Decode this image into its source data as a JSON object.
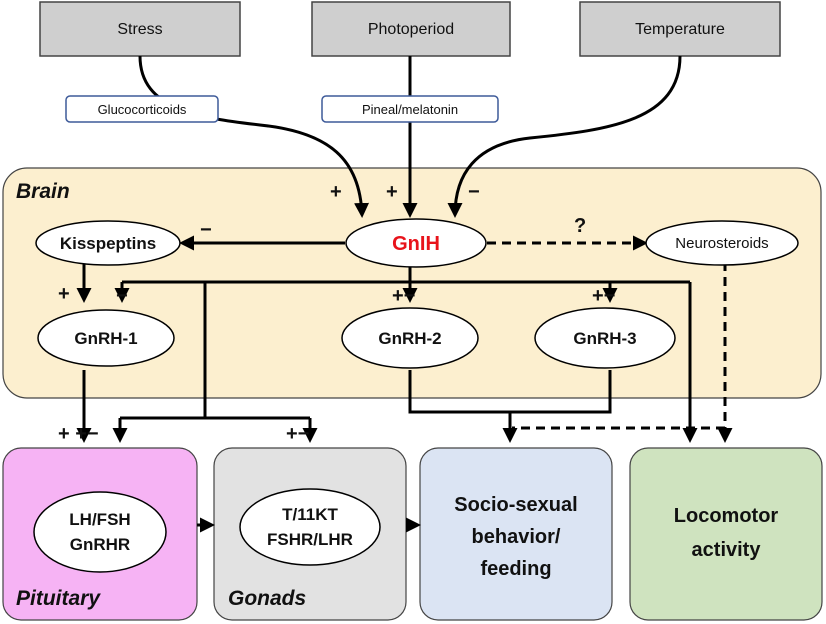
{
  "inputs": {
    "stress": "Stress",
    "photoperiod": "Photoperiod",
    "temperature": "Temperature"
  },
  "mediators": {
    "glucocorticoids": "Glucocorticoids",
    "pineal": "Pineal/melatonin"
  },
  "brain": {
    "label": "Brain",
    "gnih": "GnIH",
    "gnih_color": "#e8131b",
    "kisspeptins": "Kisspeptins",
    "neurosteroids": "Neurosteroids",
    "gnrh1": "GnRH-1",
    "gnrh2": "GnRH-2",
    "gnrh3": "GnRH-3",
    "fill": "#fcefcf"
  },
  "signs": {
    "plus": "+",
    "minus": "−",
    "plus_minus": "+−",
    "plus_plus_minus": "+ +−",
    "question": "?"
  },
  "targets": {
    "pituitary": {
      "label": "Pituitary",
      "line1": "LH/FSH",
      "line2": "GnRHR",
      "fill": "#f6b3f4"
    },
    "gonads": {
      "label": "Gonads",
      "line1": "T/11KT",
      "line2": "FSHR/LHR",
      "fill": "#e2e2e2"
    },
    "behavior": {
      "line1": "Socio-sexual",
      "line2": "behavior/",
      "line3": "feeding",
      "fill": "#dbe4f3"
    },
    "locomotor": {
      "line1": "Locomotor",
      "line2": "activity",
      "fill": "#cfe3bf"
    }
  },
  "colors": {
    "input_box": "#cfcfcf",
    "mediator_border": "#3d5a99"
  }
}
